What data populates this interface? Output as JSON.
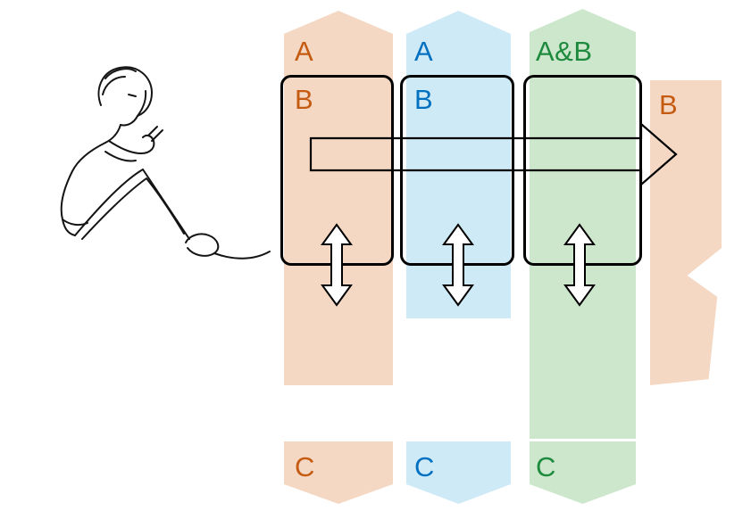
{
  "diagram": {
    "columns": [
      {
        "top_label": "A",
        "box_label": "B",
        "bottom_label": "C",
        "band_color": "#f4d8c3",
        "text_color": "#c55a11"
      },
      {
        "top_label": "A",
        "box_label": "B",
        "bottom_label": "C",
        "band_color": "#cfeaf7",
        "text_color": "#0070c0"
      },
      {
        "top_label": "A&B",
        "box_label": "",
        "bottom_label": "C",
        "band_color": "#cde7cd",
        "text_color": "#1e8a3e"
      }
    ],
    "right_band": {
      "label": "B",
      "band_color": "#f4d8c3",
      "text_color": "#c55a11"
    }
  },
  "icons": {
    "person": "seated-person-line-art",
    "horizontal_arrow": "right-arrow-outline",
    "vertical_arrow": "up-down-double-arrow-outline"
  },
  "colors": {
    "background": "#ffffff",
    "outline": "#000000",
    "orange_band": "#f4d8c3",
    "blue_band": "#cfeaf7",
    "green_band": "#cde7cd",
    "orange_text": "#c55a11",
    "blue_text": "#0070c0",
    "green_text": "#1e8a3e"
  }
}
